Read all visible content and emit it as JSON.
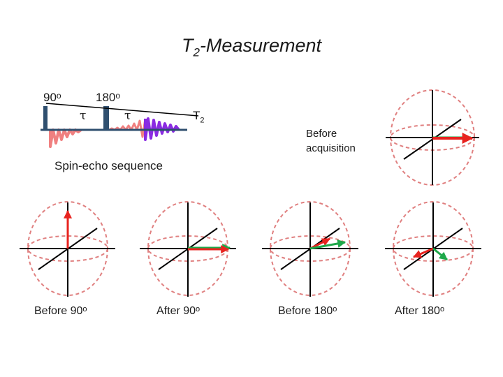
{
  "title": {
    "main": "T",
    "sub": "2",
    "rest": "-Measurement"
  },
  "sequence": {
    "pulse90_label": "90",
    "pulse180_label": "180",
    "degree_mark": "o",
    "tau1": "τ",
    "tau2": "τ",
    "t2_main": "T",
    "t2_sub": "2",
    "caption": "Spin-echo sequence"
  },
  "before_acquisition": {
    "line1": "Before",
    "line2": "acquisition"
  },
  "spheres": [
    {
      "caption": "Before 90",
      "degree": "o"
    },
    {
      "caption": "After 90",
      "degree": "o"
    },
    {
      "caption": "Before 180",
      "degree": "o"
    },
    {
      "caption": "After 180",
      "degree": "o"
    }
  ],
  "colors": {
    "fid": "#f08080",
    "echo": "#8a2be2",
    "pulse": "#2f4f6f",
    "sphere": "#e08080",
    "axis": "#000000",
    "arrow_red": "#e8231f",
    "arrow_green": "#1fa84a"
  }
}
